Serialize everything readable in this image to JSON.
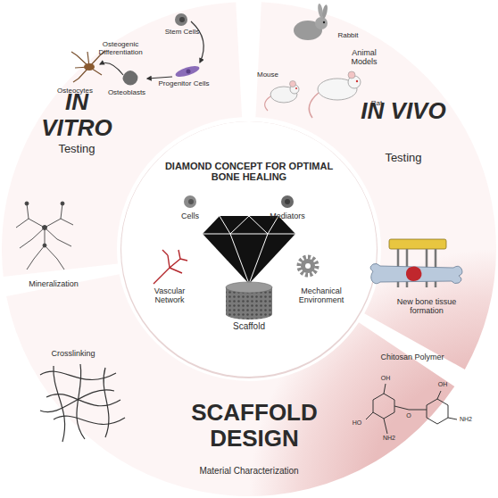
{
  "diagram": {
    "nodes": [
      {
        "text": [
          "IN VITRO",
          "Testing"
        ]
      },
      {
        "text": [
          "IN VIVO",
          "Testing"
        ]
      },
      {
        "text": [
          "SCAFFOLD DESIGN",
          "Material Characterization"
        ]
      },
      {
        "text": [
          "DIAMOND CONCEPT FOR OPTIMAL BONE HEALING"
        ]
      }
    ],
    "labels": [
      "Stem Cells",
      "Osteogenic Differentiation",
      "Progenitor Cells",
      "Osteocytes",
      "Osteoblasts",
      "Mineralization",
      "Rabbit",
      "Animal Models",
      "Mouse",
      "Rat",
      "New bone tissue formation",
      "Cells",
      "Mediators",
      "Vascular Network",
      "Mechanical Environment",
      "Scaffold",
      "Crosslinking",
      "Chitosan Polymer",
      "OH",
      "HO",
      "NH2",
      "O",
      "OH",
      "NH2"
    ]
  }
}
